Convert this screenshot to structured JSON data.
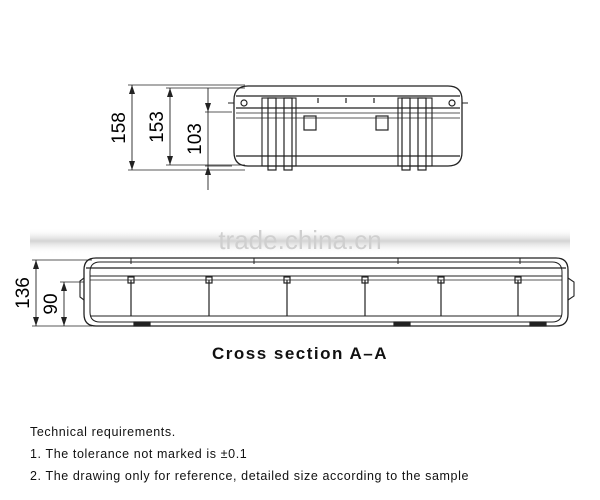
{
  "top_view": {
    "dimensions": [
      "158",
      "153",
      "103"
    ]
  },
  "section_view": {
    "dimensions": [
      "136",
      "90"
    ]
  },
  "watermark": "trade.china.cn",
  "caption": "Cross section A–A",
  "notes": {
    "heading": "Technical requirements.",
    "items": [
      "1. The tolerance not marked is  ±0.1",
      "2. The drawing only for reference, detailed size according to the sample"
    ]
  },
  "colors": {
    "line": "#222222",
    "watermark_band": "#d9d9d9",
    "watermark_text": "#cfcfcf"
  }
}
